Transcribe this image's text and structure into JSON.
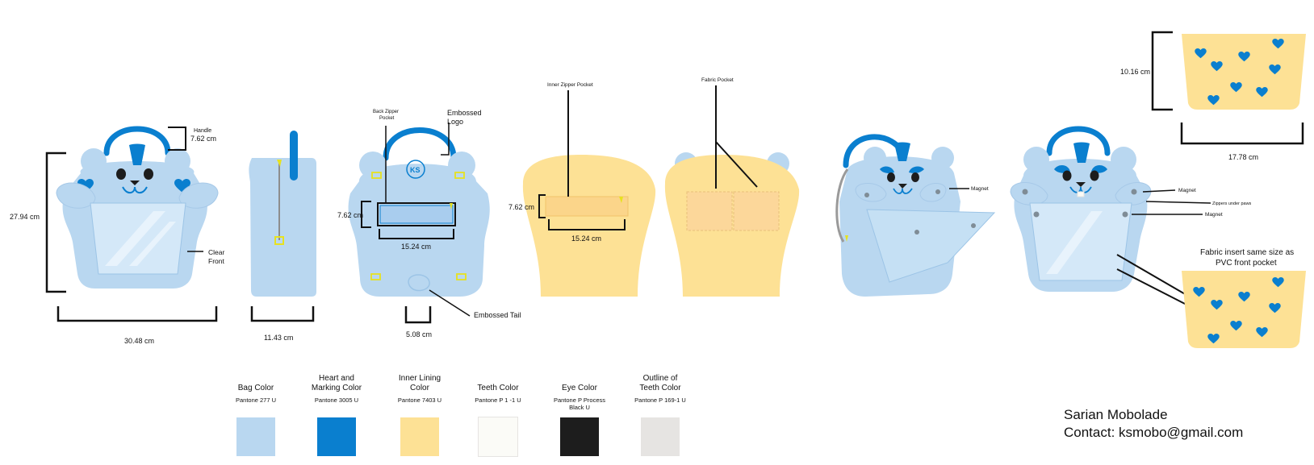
{
  "colors": {
    "bag": "#b9d7f0",
    "bag_stroke": "#9cc4e6",
    "heart": "#0a7fcf",
    "lining": "#fde195",
    "teeth": "#fbfbf7",
    "eye": "#1d1d1d",
    "teeth_outline": "#e6e4e2",
    "pvc": "#d4e8f8"
  },
  "dims": {
    "handle_label": "Handle",
    "handle_value": "7.62 cm",
    "height": "27.94 cm",
    "width": "30.48 cm",
    "clear_front": "Clear\nFront",
    "depth": "11.43 cm",
    "tail": "5.08 cm",
    "back_zip_h": "7.62 cm",
    "back_zip_w": "15.24 cm",
    "inner_zip_h": "7.62 cm",
    "inner_zip_w": "15.24 cm",
    "insert_h": "10.16 cm",
    "insert_w": "17.78 cm"
  },
  "callouts": {
    "back_zipper_pocket": "Back Zipper\nPocket",
    "embossed_logo": "Embossed\nLogo",
    "embossed_tail": "Embossed Tail",
    "inner_zipper_pocket": "Inner Zipper Pocket",
    "fabric_pocket": "Fabric Pocket",
    "magnet_1": "Magnet",
    "magnet_2": "Magnet",
    "magnet_3": "Magnet",
    "zippers_under_paws": "Zippers under paws",
    "fabric_insert": "Fabric insert same size as\nPVC front pocket",
    "logo_text": "KS"
  },
  "swatches": [
    {
      "title": "Bag Color",
      "code": "Pantone 277  U",
      "color": "#b9d7f0"
    },
    {
      "title": "Heart and\nMarking Color",
      "code": "Pantone  3005 U",
      "color": "#0a7fcf"
    },
    {
      "title": "Inner Lining\nColor",
      "code": "Pantone 7403 U",
      "color": "#fde195"
    },
    {
      "title": "Teeth Color",
      "code": "Pantone P 1 -1 U",
      "color": "#fbfbf7"
    },
    {
      "title": "Eye Color",
      "code": "Pantone P Process\nBlack U",
      "color": "#1d1d1d"
    },
    {
      "title": "Outline of\nTeeth Color",
      "code": "Pantone P 169-1 U",
      "color": "#e6e4e2"
    }
  ],
  "credit": {
    "name": "Sarian Mobolade",
    "contact": "Contact: ksmobo@gmail.com"
  }
}
